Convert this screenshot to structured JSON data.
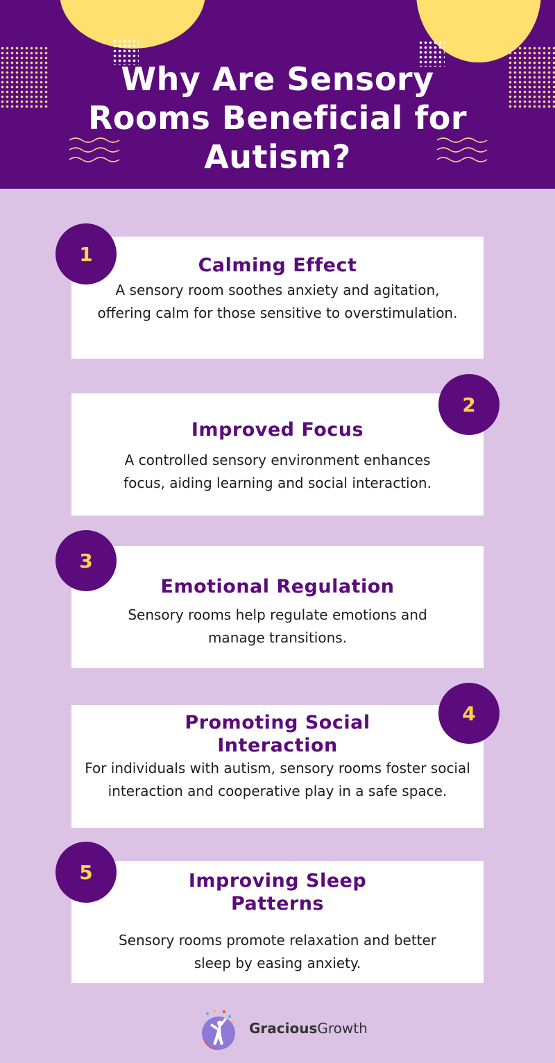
{
  "header": {
    "title_lines": [
      "Why Are Sensory",
      "Rooms Beneficial for",
      "Autism?"
    ]
  },
  "benefits": [
    {
      "number": "1",
      "title": "Calming Effect",
      "text": "A sensory room soothes anxiety and agitation, offering calm for those sensitive to overstimulation."
    },
    {
      "number": "2",
      "title": "Improved Focus",
      "text": "A controlled sensory environment enhances focus, aiding learning and social interaction."
    },
    {
      "number": "3",
      "title": "Emotional Regulation",
      "text": "Sensory rooms help regulate emotions and manage transitions."
    },
    {
      "number": "4",
      "title": "Promoting Social Interaction",
      "text": "For individuals with autism, sensory rooms foster social interaction and cooperative play in a safe space."
    },
    {
      "number": "5",
      "title": "Improving Sleep Patterns",
      "text": "Sensory rooms promote relaxation and better sleep by easing anxiety."
    }
  ],
  "brand": {
    "name_bold": "Gracious",
    "name_regular": "Growth"
  },
  "colors": {
    "primary": "#5b0b7c",
    "background": "#dcc3e6",
    "accent": "#ffd44d",
    "card": "#ffffff"
  }
}
